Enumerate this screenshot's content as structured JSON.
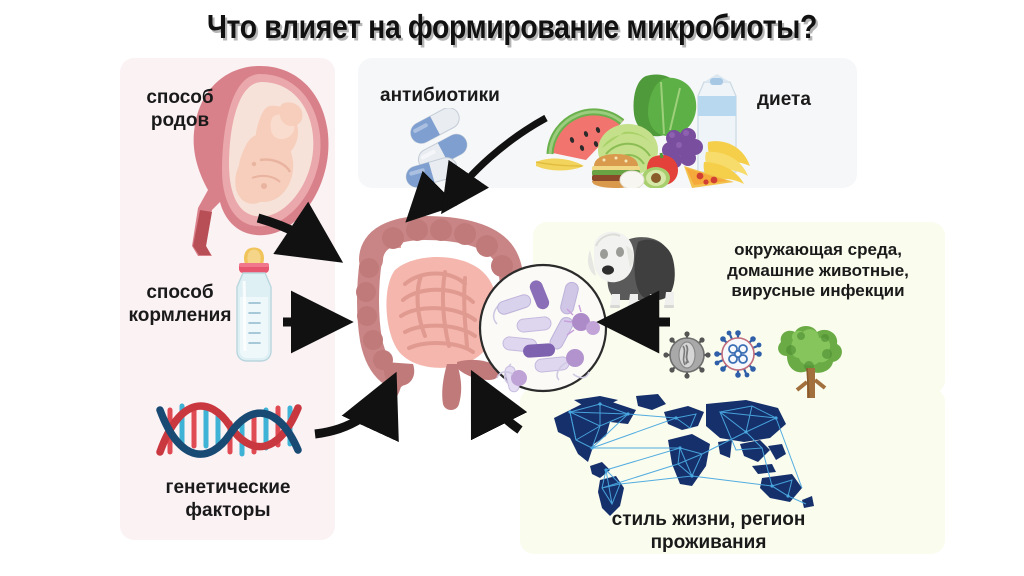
{
  "page": {
    "title": "Что влияет на формирование микробиоты?",
    "language": "ru",
    "background_color": "#ffffff"
  },
  "panels": {
    "birth": {
      "background_color": "#fbf2f4",
      "labels": {
        "delivery_line1": "способ",
        "delivery_line2": "родов",
        "feeding_line1": "способ",
        "feeding_line2": "кормления",
        "genetics_line1": "генетические",
        "genetics_line2": "факторы"
      },
      "icons": [
        "uterus-fetus-icon",
        "baby-bottle-icon",
        "dna-helix-icon"
      ]
    },
    "top": {
      "background_color": "#f6f7f8",
      "labels": {
        "antibiotics": "антибиотики",
        "diet": "диета"
      },
      "icons": [
        "capsule-pills-icon",
        "food-assortment-icon"
      ]
    },
    "environment": {
      "background_color": "#fafcee",
      "labels": {
        "line1": "окружающая среда,",
        "line2": "домашние животные,",
        "line3": "вирусные инфекции"
      },
      "icons": [
        "sheepdog-icon",
        "virus-gray-icon",
        "virus-blue-icon",
        "tree-icon"
      ]
    },
    "lifestyle": {
      "background_color": "#fafcee",
      "labels": {
        "line1": "стиль жизни, регион",
        "line2": "проживания"
      },
      "icons": [
        "world-map-network-icon"
      ]
    }
  },
  "center": {
    "intestine": {
      "icon": "intestine-icon",
      "colors": {
        "colon": "#cf8c8c",
        "small_intestine": "#f2b3ab"
      }
    },
    "microbiota_zoom": {
      "icon": "bacteria-magnifier-icon",
      "bacteria_color": "#b9aedb",
      "border_color": "#2b2b2b"
    }
  },
  "arrows": {
    "color": "#111111",
    "items": [
      {
        "name": "arrow-antibiotics-to-gut"
      },
      {
        "name": "arrow-diet-to-gut"
      },
      {
        "name": "arrow-delivery-to-gut"
      },
      {
        "name": "arrow-feeding-to-gut"
      },
      {
        "name": "arrow-genetics-to-gut"
      },
      {
        "name": "arrow-environment-to-gut"
      },
      {
        "name": "arrow-lifestyle-to-gut"
      }
    ]
  }
}
